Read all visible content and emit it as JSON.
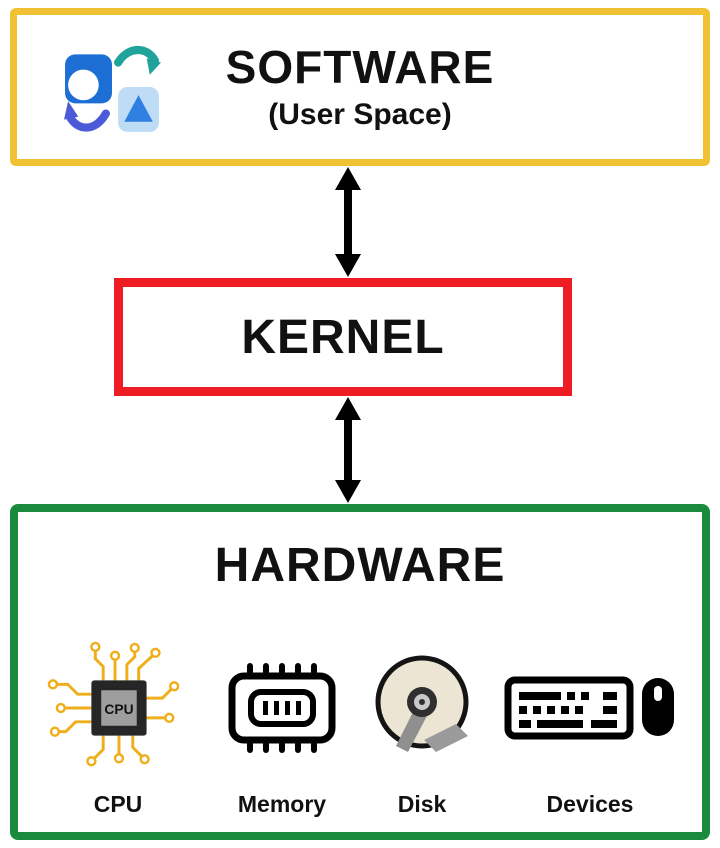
{
  "layers": {
    "software": {
      "title": "SOFTWARE",
      "subtitle": "(User Space)"
    },
    "kernel": {
      "title": "KERNEL"
    },
    "hardware": {
      "title": "HARDWARE",
      "cpu_chip_label": "CPU",
      "components": [
        {
          "label": "CPU",
          "icon": "cpu-chip-icon"
        },
        {
          "label": "Memory",
          "icon": "memory-module-icon"
        },
        {
          "label": "Disk",
          "icon": "hard-disk-icon"
        },
        {
          "label": "Devices",
          "icon": "keyboard-mouse-icon"
        }
      ]
    }
  },
  "connectors": [
    {
      "name": "software-kernel-arrow",
      "type": "double-headed-vertical"
    },
    {
      "name": "kernel-hardware-arrow",
      "type": "double-headed-vertical"
    }
  ],
  "colors": {
    "software_border": "#F0C233",
    "kernel_border": "#EE1D23",
    "hardware_border": "#1B8A3C",
    "arrow": "#000000"
  }
}
